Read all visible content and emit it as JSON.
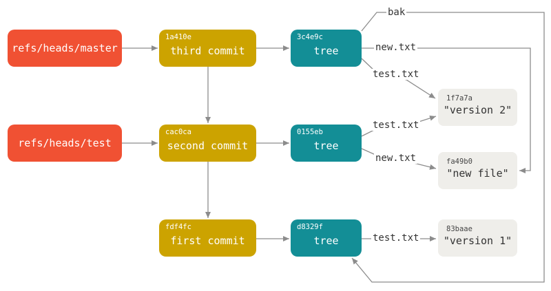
{
  "refs": {
    "master": "refs/heads/master",
    "test": "refs/heads/test"
  },
  "commits": [
    {
      "hash": "1a410e",
      "label": "third commit"
    },
    {
      "hash": "cac0ca",
      "label": "second commit"
    },
    {
      "hash": "fdf4fc",
      "label": "first commit"
    }
  ],
  "trees": [
    {
      "hash": "3c4e9c",
      "label": "tree"
    },
    {
      "hash": "0155eb",
      "label": "tree"
    },
    {
      "hash": "d8329f",
      "label": "tree"
    }
  ],
  "blobs": [
    {
      "hash": "1f7a7a",
      "label": "\"version 2\""
    },
    {
      "hash": "fa49b0",
      "label": "\"new file\""
    },
    {
      "hash": "83baae",
      "label": "\"version 1\""
    }
  ],
  "edges": {
    "bak": "bak",
    "new_txt_top": "new.txt",
    "test_txt_top": "test.txt",
    "test_txt_mid": "test.txt",
    "new_txt_mid": "new.txt",
    "test_txt_bottom": "test.txt"
  },
  "colors": {
    "ref": "#f05133",
    "commit": "#cca300",
    "tree": "#138e96",
    "blob": "#efeeea",
    "arrow": "#8c8c8c"
  }
}
